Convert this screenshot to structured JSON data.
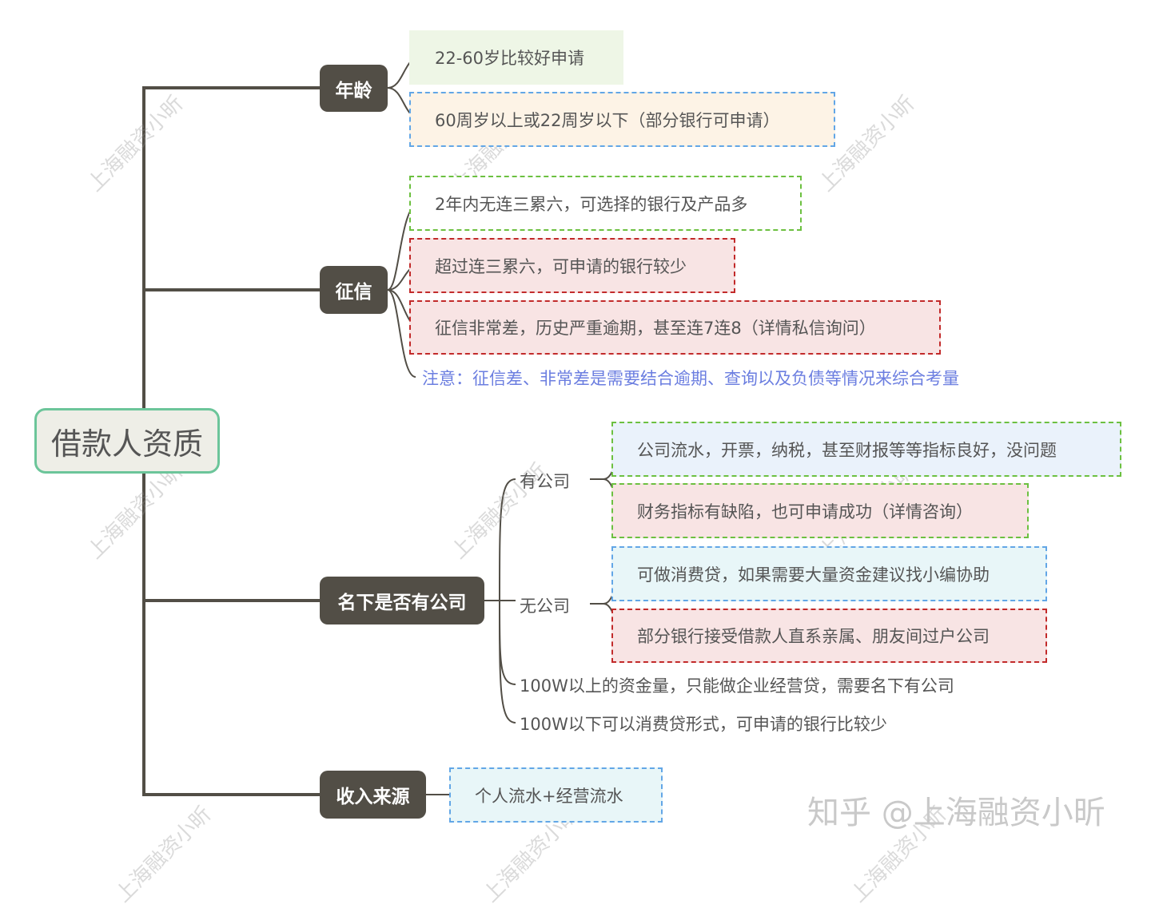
{
  "root": "借款人资质",
  "age": {
    "label": "年龄",
    "items": [
      "22-60岁比较好申请",
      "60周岁以上或22周岁以下（部分银行可申请）"
    ]
  },
  "credit": {
    "label": "征信",
    "items": [
      "2年内无连三累六，可选择的银行及产品多",
      "超过连三累六，可申请的银行较少",
      "征信非常差，历史严重逾期，甚至连7连8（详情私信询问）"
    ],
    "note": "注意：征信差、非常差是需要结合逾期、查询以及负债等情况来综合考量"
  },
  "company": {
    "label": "名下是否有公司",
    "has": {
      "label": "有公司",
      "items": [
        "公司流水，开票，纳税，甚至财报等等指标良好，没问题",
        "财务指标有缺陷，也可申请成功（详情咨询）"
      ]
    },
    "none": {
      "label": "无公司",
      "items": [
        "可做消费贷，如果需要大量资金建议找小编协助",
        "部分银行接受借款人直系亲属、朋友间过户公司"
      ]
    },
    "notes": [
      "100W以上的资金量，只能做企业经营贷，需要名下有公司",
      "100W以下可以消费贷形式，可申请的银行比较少"
    ]
  },
  "income": {
    "label": "收入来源",
    "items": [
      "个人流水+经营流水"
    ]
  },
  "watermark": "上海融资小昕",
  "brand": "知乎 @上海融资小昕",
  "colors": {
    "line": "#524e46",
    "node": "#524e46",
    "root_border": "#6cc59a",
    "note": "#6b7ee0"
  }
}
